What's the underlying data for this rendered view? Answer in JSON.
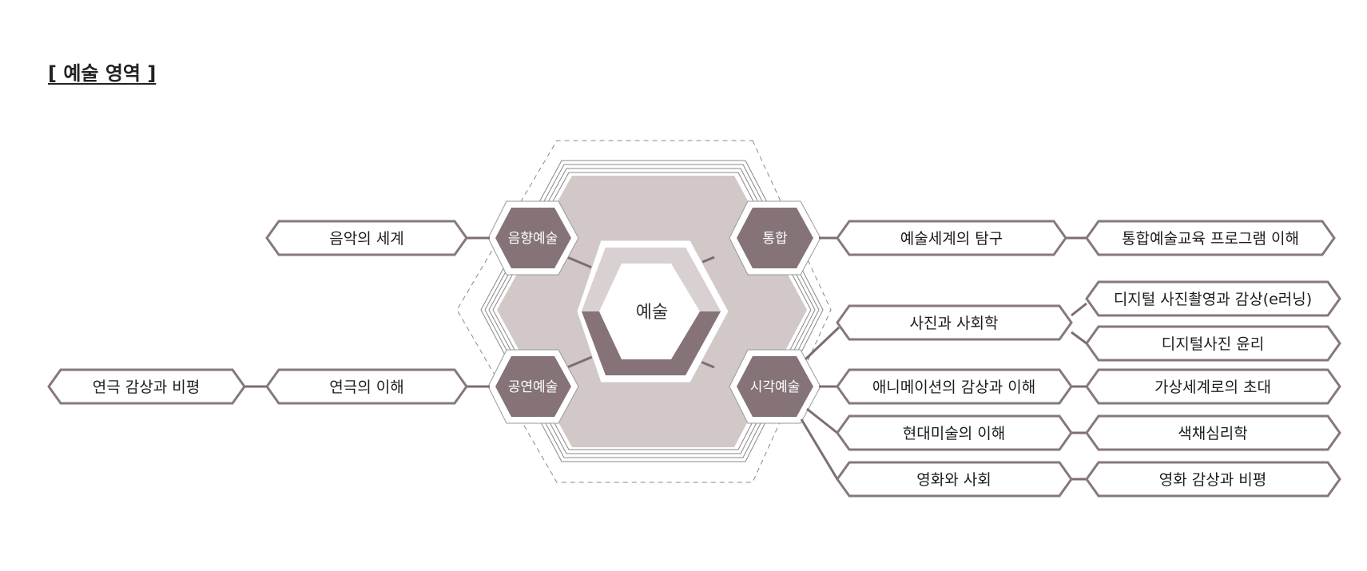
{
  "title": "[ 예술 영역 ]",
  "center": {
    "label": "예술"
  },
  "hexagons": {
    "music": "음향예술",
    "integrated": "통합",
    "performance": "공연예술",
    "visual": "시각예술"
  },
  "courses": {
    "music_1": "음악의 세계",
    "integrated_1": "예술세계의 탐구",
    "integrated_2": "통합예술교육 프로그램 이해",
    "performance_1": "연극의 이해",
    "performance_2": "연극 감상과 비평",
    "visual_photo": "사진과 사회학",
    "visual_photo_a": "디지털 사진촬영과 감상(e러닝)",
    "visual_photo_b": "디지털사진 윤리",
    "visual_anim": "애니메이션의 감상과 이해",
    "visual_anim_a": "가상세계로의 초대",
    "visual_modern": "현대미술의 이해",
    "visual_modern_a": "색채심리학",
    "visual_film": "영화와 사회",
    "visual_film_a": "영화 감상과 비평"
  },
  "colors": {
    "hex_fill": "#857378",
    "box_border": "#86787c",
    "connector": "#7d6d72",
    "big_hex_fill": "#d2c8c8",
    "center_light": "#d9d1d1"
  }
}
